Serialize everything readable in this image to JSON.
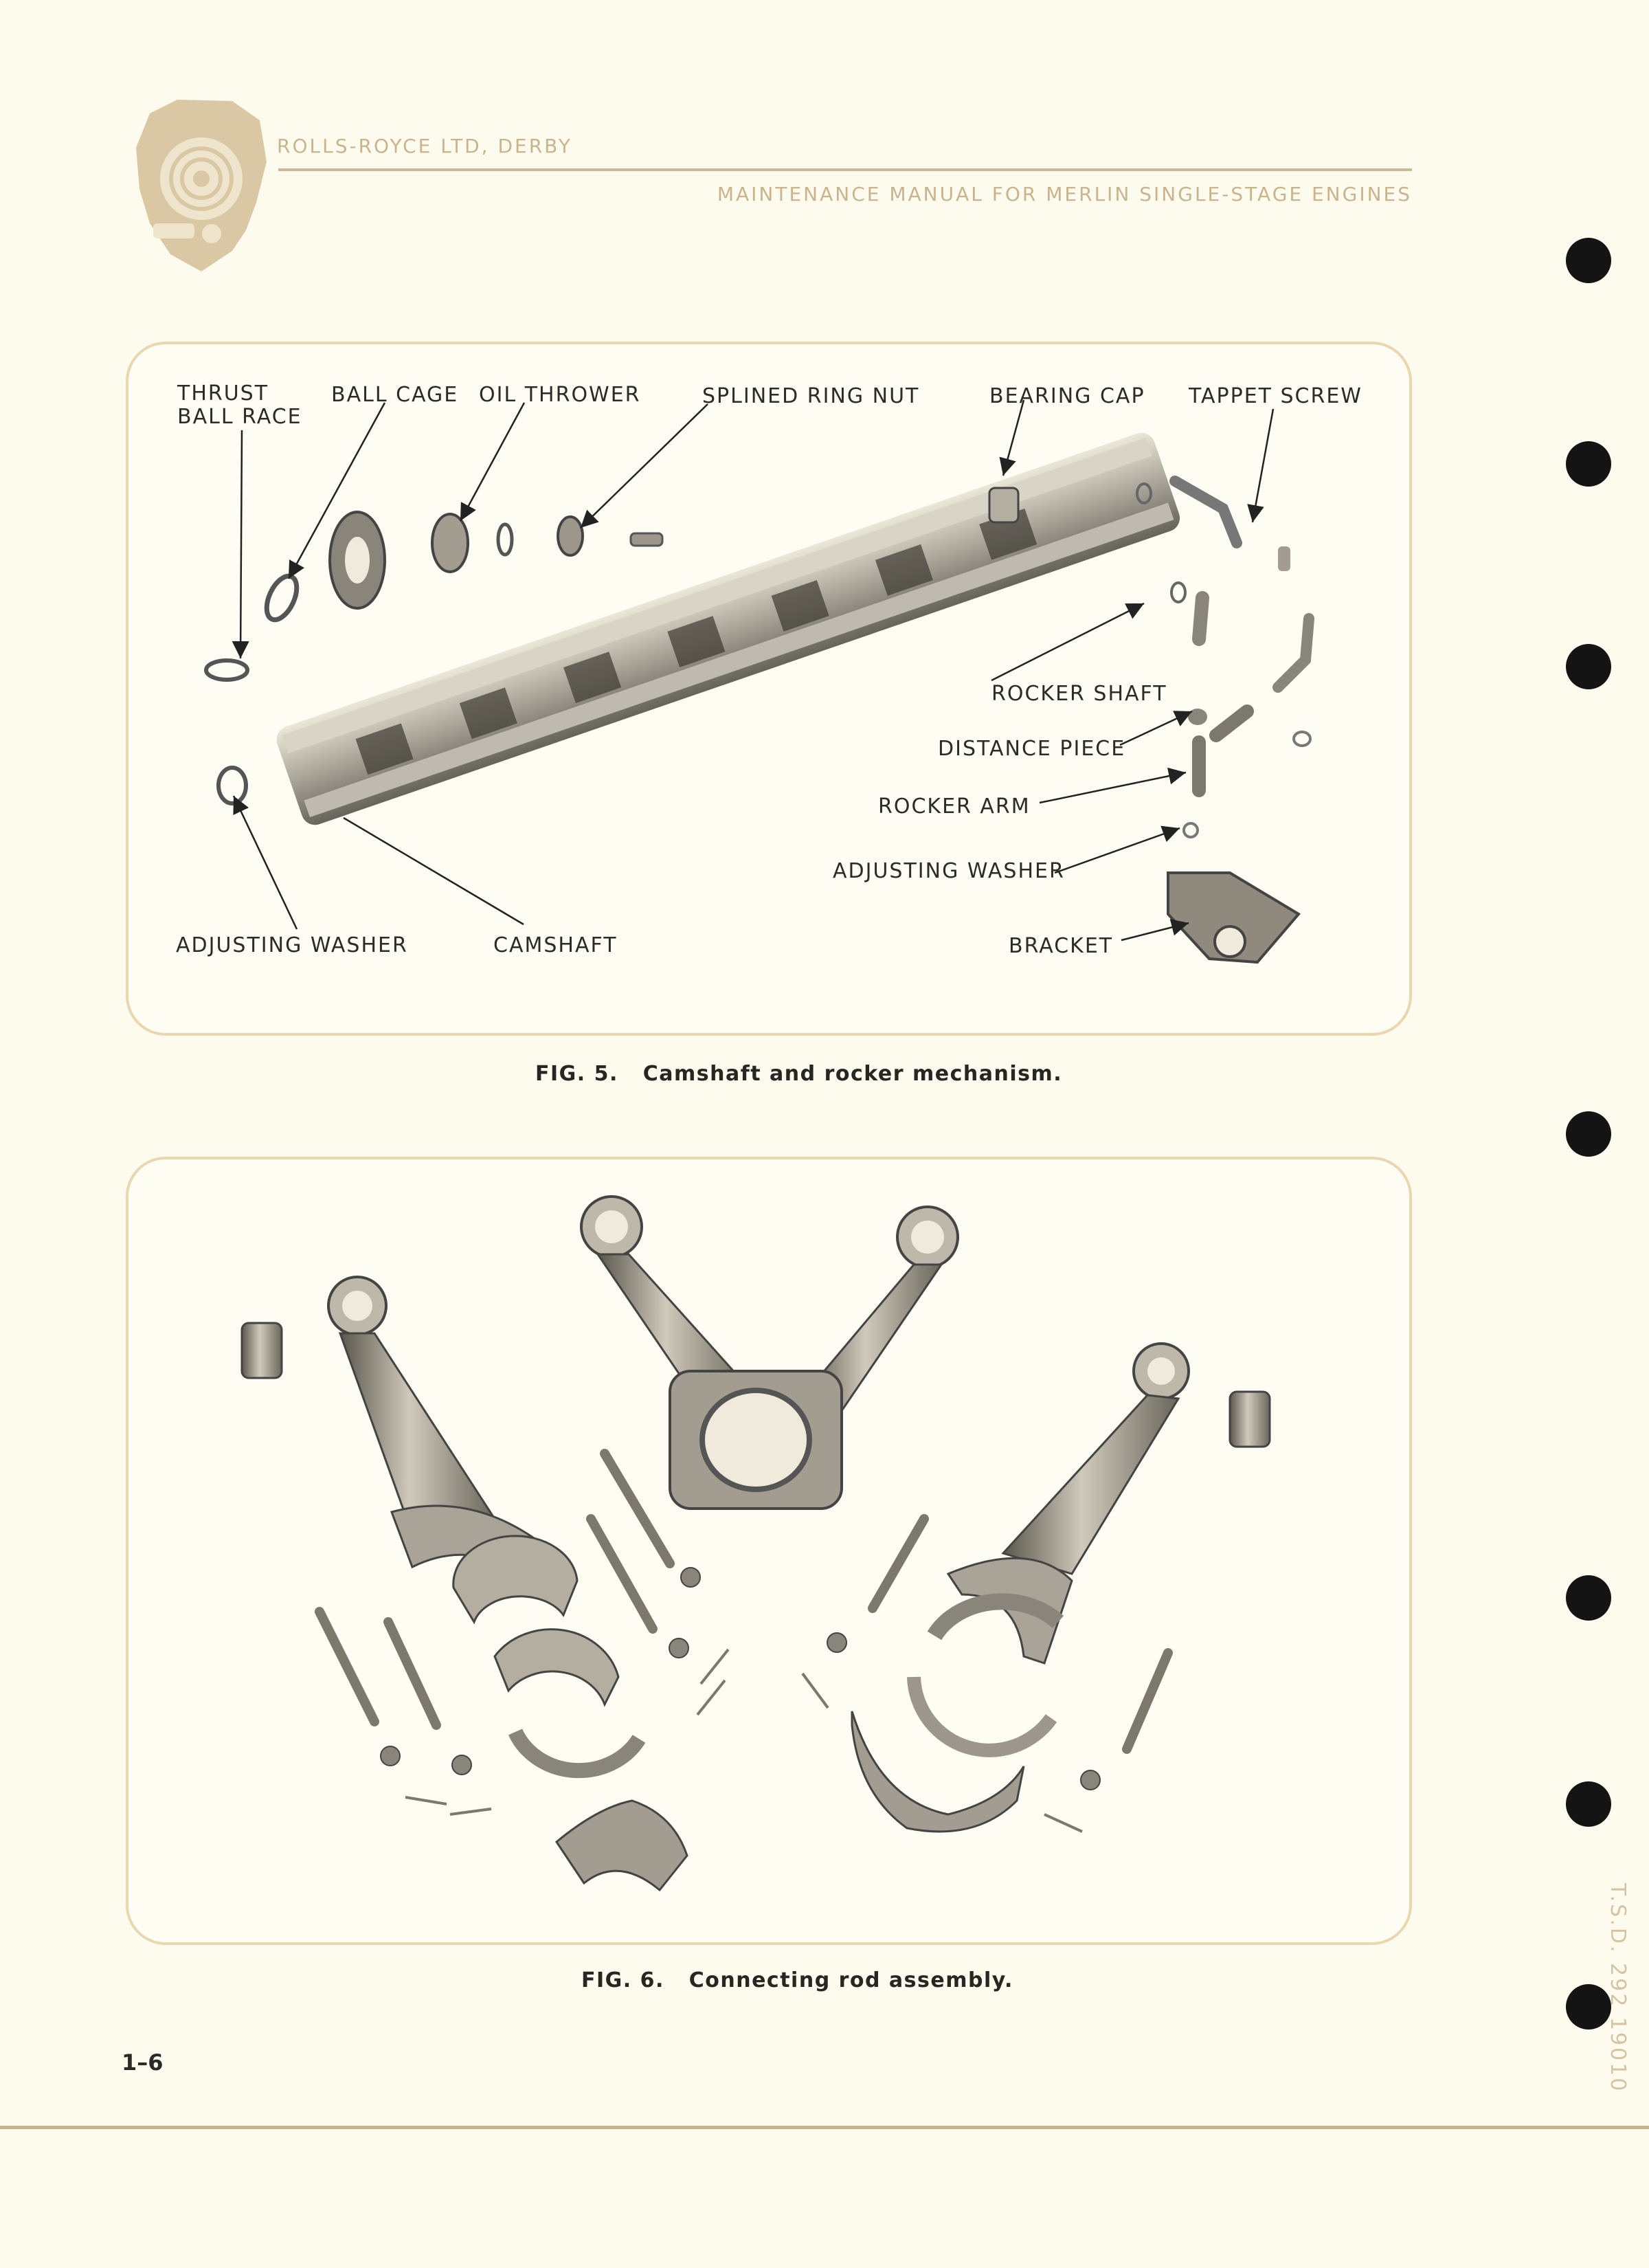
{
  "header": {
    "company": "ROLLS-ROYCE LTD, DERBY",
    "manual_title": "MAINTENANCE MANUAL FOR MERLIN SINGLE-STAGE ENGINES",
    "logo": "merlin-engine-logo-icon",
    "accent_color": "#c9b48e"
  },
  "figure5": {
    "caption_number": "FIG. 5.",
    "caption_text": "Camshaft and rocker mechanism.",
    "labels": {
      "thrust_ball_race_1": "THRUST",
      "thrust_ball_race_2": "BALL RACE",
      "ball_cage": "BALL CAGE",
      "oil_thrower": "OIL THROWER",
      "splined_ring_nut": "SPLINED RING NUT",
      "bearing_cap": "BEARING CAP",
      "tappet_screw": "TAPPET SCREW",
      "rocker_shaft": "ROCKER SHAFT",
      "distance_piece": "DISTANCE PIECE",
      "rocker_arm": "ROCKER ARM",
      "adjusting_washer_right": "ADJUSTING WASHER",
      "bracket": "BRACKET",
      "adjusting_washer_left": "ADJUSTING WASHER",
      "camshaft": "CAMSHAFT"
    }
  },
  "figure6": {
    "caption_number": "FIG. 6.",
    "caption_text": "Connecting rod assembly."
  },
  "footer": {
    "page_number": "1–6",
    "side_reference": "T.S.D. 292 19010"
  },
  "binder_holes": 7
}
